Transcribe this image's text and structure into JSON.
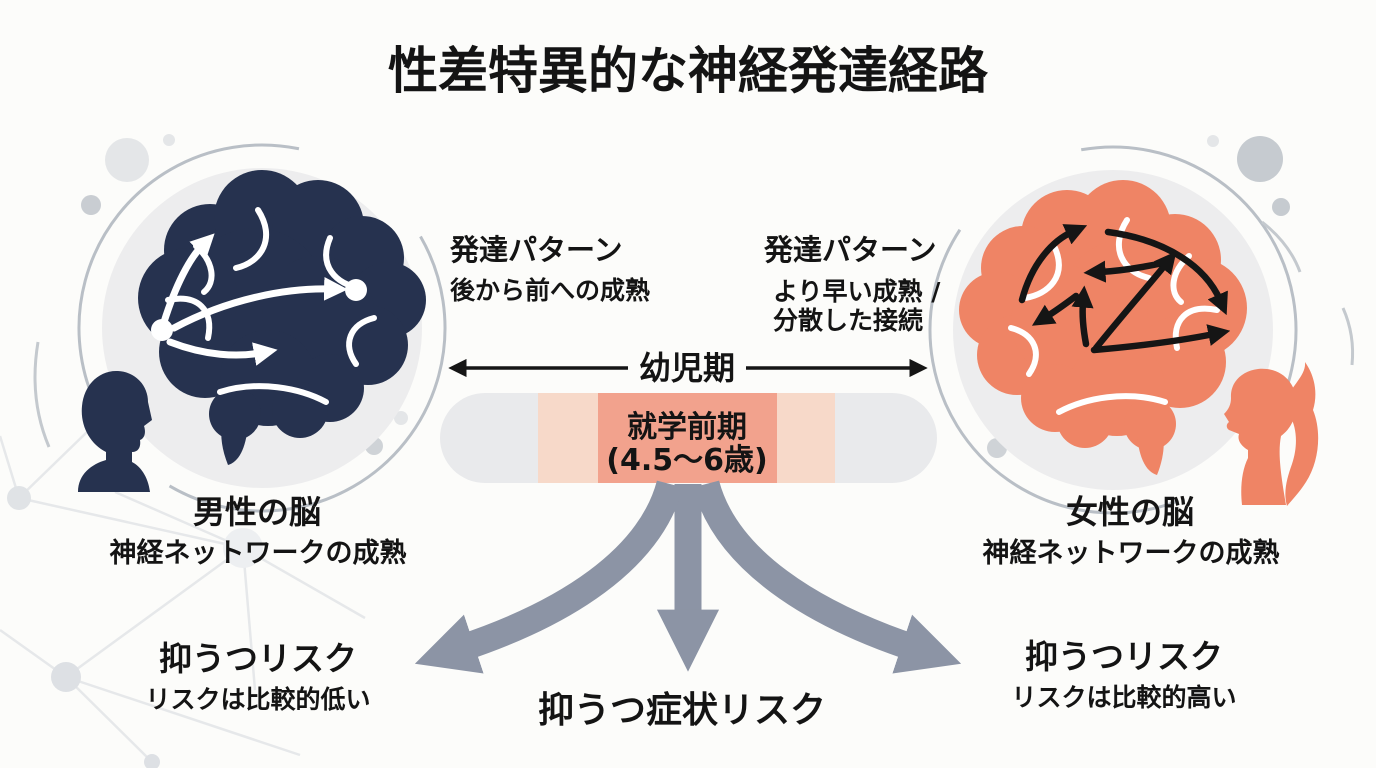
{
  "title": "性差特異的な神経発達経路",
  "male": {
    "pattern_heading": "発達パターン",
    "pattern_detail": "後から前への成熟",
    "label": "男性の脳",
    "sublabel": "神経ネットワークの成熟",
    "risk_heading": "抑うつリスク",
    "risk_detail": "リスクは比較的低い"
  },
  "female": {
    "pattern_heading": "発達パターン",
    "pattern_detail_line1": "より早い成熟 /",
    "pattern_detail_line2": "分散した接続",
    "label": "女性の脳",
    "sublabel": "神経ネットワークの成熟",
    "risk_heading": "抑うつリスク",
    "risk_detail": "リスクは比較的高い"
  },
  "timeline": {
    "period_label": "幼児期",
    "stage_label": "就学前期",
    "stage_age_range": "(4.5〜6歳)"
  },
  "outcome": {
    "center_risk": "抑うつ症状リスク"
  },
  "colors": {
    "male_brain": "#26324f",
    "female_brain": "#ef8465",
    "circle_bg": "#ededee",
    "bar_base": "#e9eaec",
    "bar_light": "#f7d9c9",
    "bar_highlight": "#f2a28d",
    "fork_arrow": "#8c94a5",
    "ink": "#141414"
  }
}
